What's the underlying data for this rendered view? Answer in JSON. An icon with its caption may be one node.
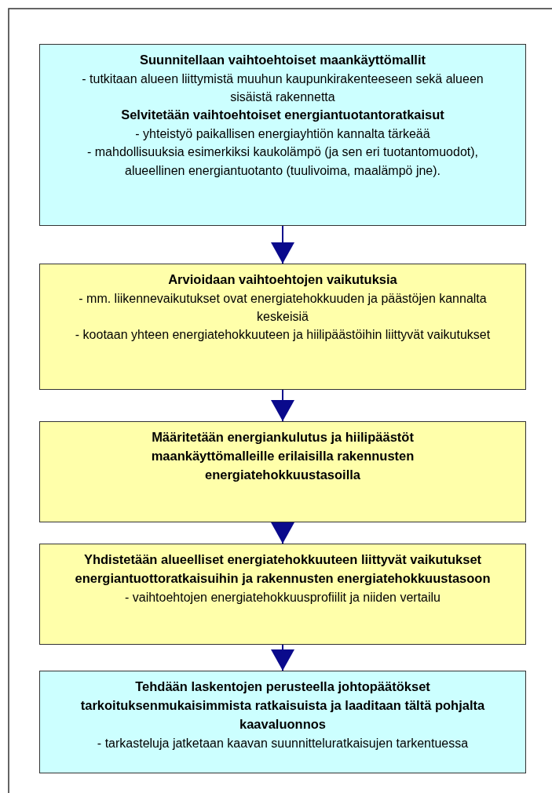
{
  "diagram": {
    "nodes": [
      {
        "text": [
          "Suunnitellaan vaihtoehtoiset maankäyttömallit",
          "- tutkitaan alueen liittymistä muuhun kaupunkirakenteeseen sekä alueen sisäistä rakennetta",
          "Selvitetään vaihtoehtoiset energiantuotantoratkaisut",
          "- yhteistyö paikallisen energiayhtiön kannalta tärkeää",
          "- mahdollisuuksia esimerkiksi kaukolämpö (ja sen eri tuotantomuodot), alueellinen energiantuotanto (tuulivoima, maalämpö jne)."
        ]
      },
      {
        "text": [
          "Arvioidaan vaihtoehtojen vaikutuksia",
          "- mm. liikennevaikutukset ovat energiatehokkuuden ja päästöjen kannalta keskeisiä",
          "- kootaan yhteen energiatehokkuuteen ja hiilipäästöihin liittyvät vaikutukset"
        ]
      },
      {
        "text": [
          "Määritetään energiankulutus ja hiilipäästöt maankäyttömalleille erilaisilla rakennusten energiatehokkuustasoilla"
        ]
      },
      {
        "text": [
          "Yhdistetään alueelliset energiatehokkuuteen liittyvät vaikutukset energiantuottoratkaisuihin ja rakennusten energiatehokkuustasoon",
          "- vaihtoehtojen energiatehokkuusprofiilit ja niiden vertailu"
        ]
      },
      {
        "text": [
          "Tehdään laskentojen perusteella johtopäätökset tarkoituksenmukaisimmista ratkaisuista ja laaditaan tältä pohjalta kaavaluonnos",
          "- tarkasteluja jatketaan kaavan suunnitteluratkaisujen tarkentuessa"
        ]
      }
    ],
    "edges": [
      {
        "from": 0,
        "to": 1,
        "arrow": "to"
      },
      {
        "from": 1,
        "to": 2,
        "arrow": "to"
      },
      {
        "from": 2,
        "to": 3,
        "arrow": "to"
      },
      {
        "from": 3,
        "to": 4,
        "arrow": "to"
      }
    ]
  }
}
